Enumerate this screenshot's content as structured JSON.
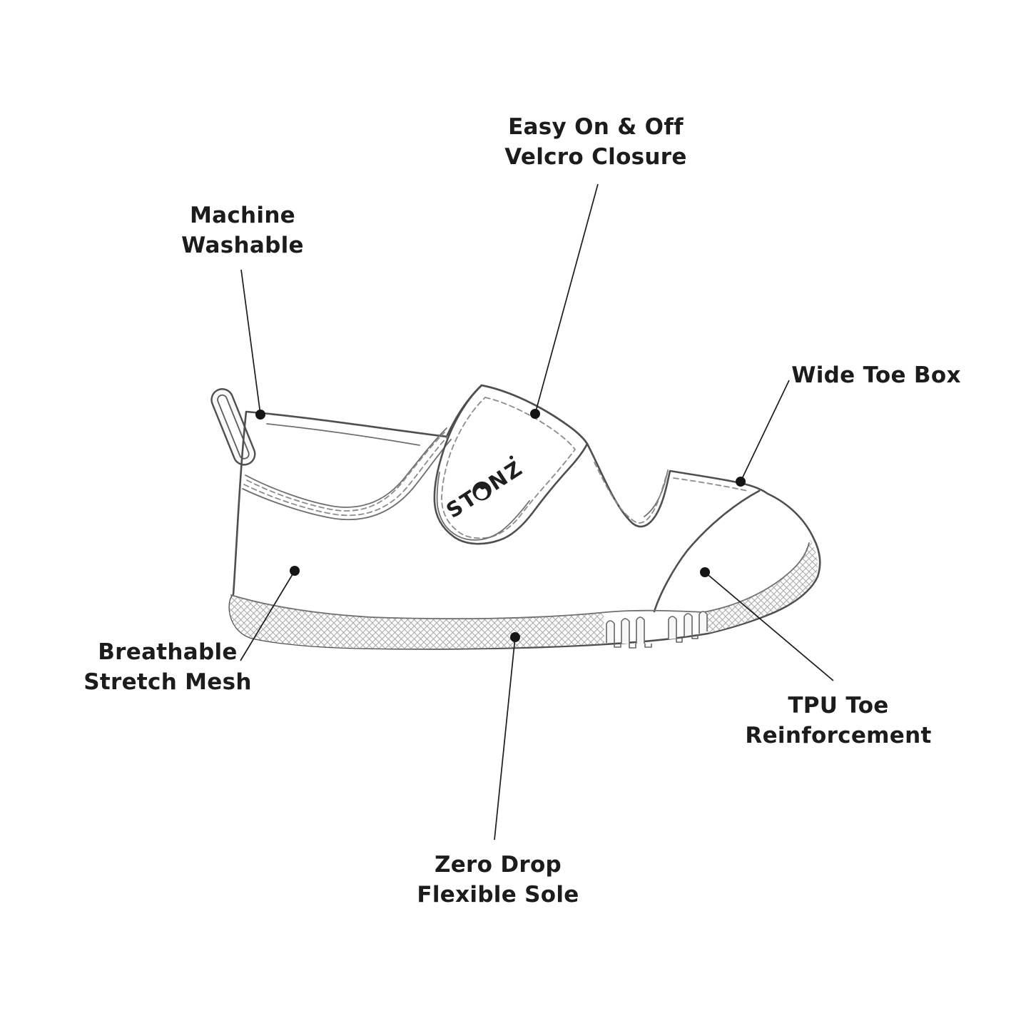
{
  "diagram_subject": "toddler shoe feature diagram",
  "colors": {
    "background": "#ffffff",
    "text": "#1c1c1c",
    "leader_line": "#1c1c1c",
    "shoe_outline": "#4f4f4f",
    "shoe_fill": "#f7f7f7",
    "stitch": "#8c8c8c",
    "hatch": "#a8a8a8"
  },
  "brand": {
    "logo_prefix": "ST",
    "logo_suffix": "NZ",
    "logo_full": "STONZ"
  },
  "callouts": {
    "velcro": {
      "line1": "Easy On & Off",
      "line2": "Velcro Closure"
    },
    "machine": {
      "line1": "Machine",
      "line2": "Washable"
    },
    "toebox": {
      "line1": "Wide Toe Box"
    },
    "mesh": {
      "line1": "Breathable",
      "line2": "Stretch Mesh"
    },
    "tpu": {
      "line1": "TPU Toe",
      "line2": "Reinforcement"
    },
    "sole": {
      "line1": "Zero Drop",
      "line2": "Flexible Sole"
    }
  }
}
